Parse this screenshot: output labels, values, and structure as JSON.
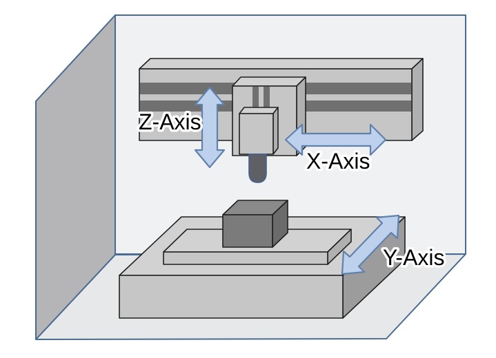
{
  "diagram": {
    "labels": {
      "z_axis": "Z-Axis",
      "x_axis": "X-Axis",
      "y_axis": "Y-Axis"
    }
  },
  "colors": {
    "page_bg": "#ffffff",
    "room_border": "#4a6b90",
    "room_back_face": "#f0f1f3",
    "room_floor": "#e7e8ea",
    "room_wall": "#b5b5b7",
    "part_outline": "#1f1f1f",
    "face_top": "#d2d2d2",
    "face_front": "#c6c6c6",
    "face_side": "#b0b0b0",
    "face_side_dark": "#9c9c9c",
    "stripe": "#707070",
    "cube_top": "#8a8a8a",
    "cube_front": "#7b7b7b",
    "cube_side": "#6b6b6b",
    "cylinder_fill": "#5e6065",
    "cylinder_stroke": "#41618f",
    "arrow_fill": "#bdd1ec",
    "arrow_stroke": "#6081ac",
    "label_fill": "#000000",
    "label_halo": "#ffffff"
  }
}
